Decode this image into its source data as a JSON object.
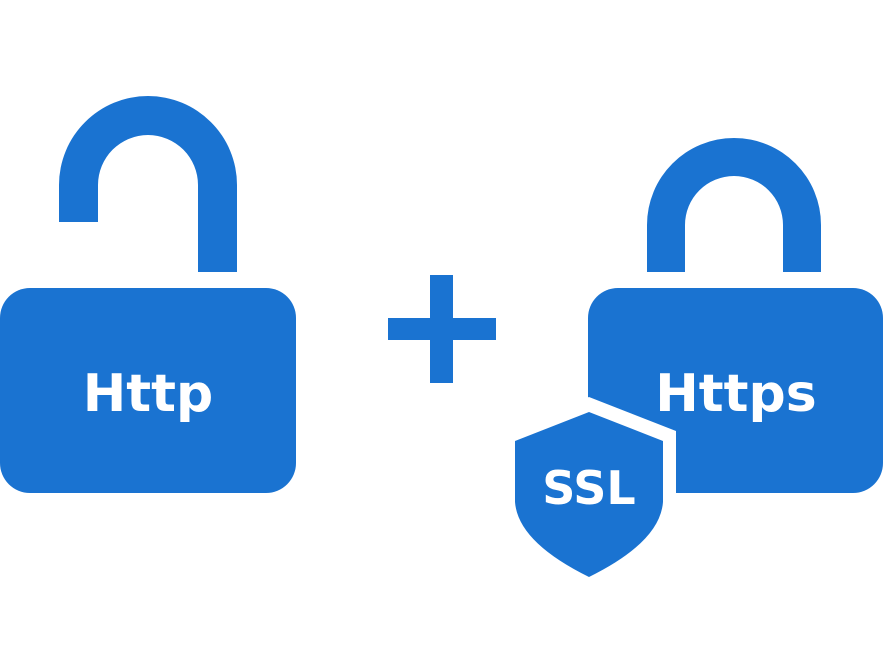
{
  "colors": {
    "primary": "#1a73d1",
    "background": "#ffffff",
    "label": "#ffffff"
  },
  "http_lock": {
    "icon": "unlocked-padlock-icon",
    "label": "Http"
  },
  "operator": {
    "icon": "plus-icon"
  },
  "https_lock": {
    "icon": "locked-padlock-icon",
    "label": "Https"
  },
  "ssl_badge": {
    "icon": "shield-icon",
    "label": "SSL"
  }
}
